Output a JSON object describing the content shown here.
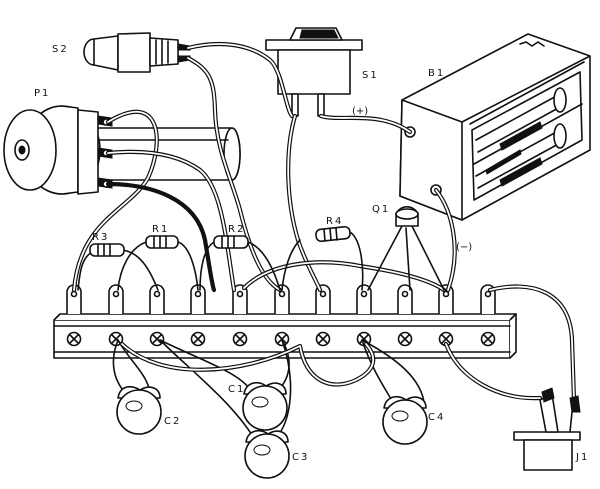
{
  "labels": {
    "s2": "S2",
    "s1": "S1",
    "b1": "B1",
    "p1": "P1",
    "q1": "Q1",
    "r1": "R1",
    "r2": "R2",
    "r3": "R3",
    "r4": "R4",
    "c1": "C1",
    "c2": "C2",
    "c3": "C3",
    "c4": "C4",
    "j1": "J1",
    "plus": "(+)",
    "minus": "(−)"
  }
}
